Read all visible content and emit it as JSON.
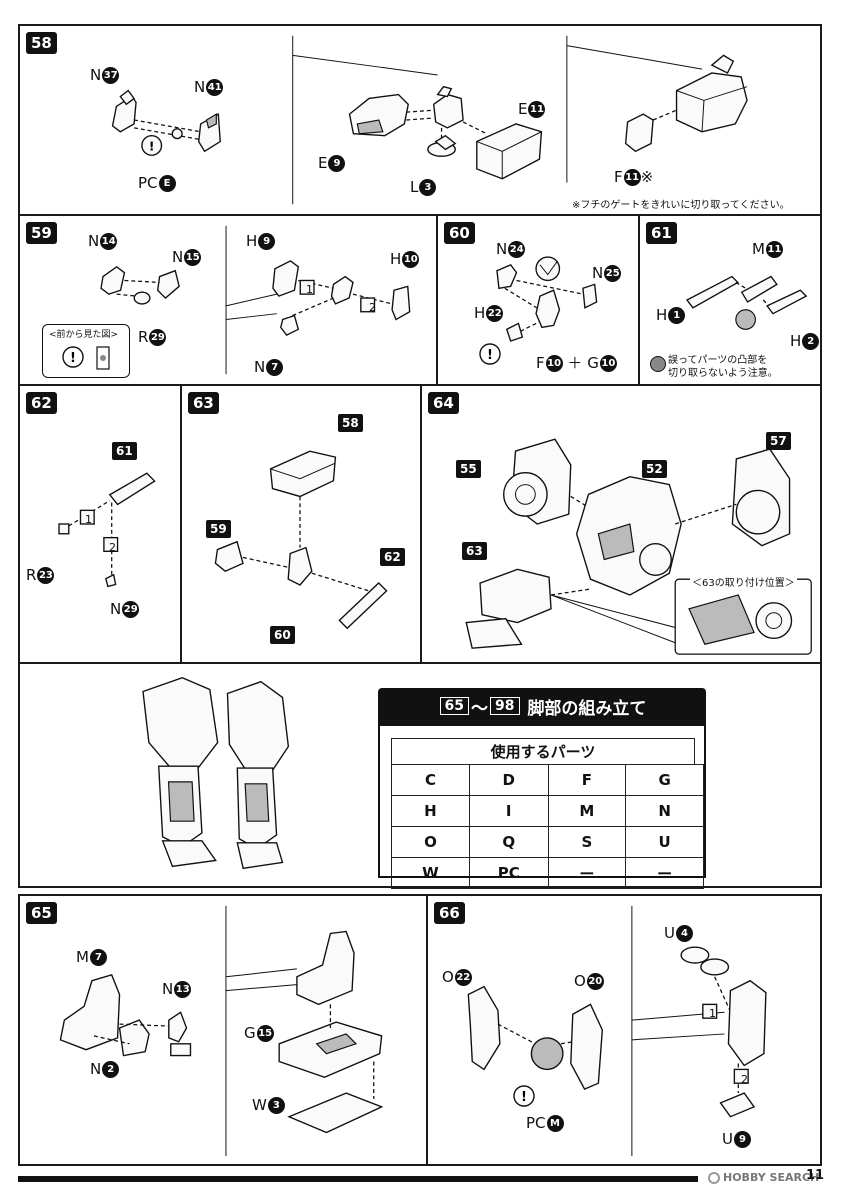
{
  "steps": {
    "s58": {
      "num": "58",
      "labels": {
        "n37": "N",
        "n37b": "37",
        "n41": "N",
        "n41b": "41",
        "pce": "PC",
        "pceb": "E",
        "e11": "E",
        "e11b": "11",
        "e9": "E",
        "e9b": "9",
        "l3": "L",
        "l3b": "3",
        "f11": "F",
        "f11b": "11",
        "f11m": "※"
      },
      "note": "※フチのゲートをきれいに切り取ってください。"
    },
    "s59": {
      "num": "59",
      "labels": {
        "n14": "N",
        "n14b": "14",
        "n15": "N",
        "n15b": "15",
        "r29": "R",
        "r29b": "29",
        "h9": "H",
        "h9b": "9",
        "h10": "H",
        "h10b": "10",
        "n7": "N",
        "n7b": "7"
      },
      "front_view": "<前から見た図>",
      "order1": "1",
      "order2": "2"
    },
    "s60": {
      "num": "60",
      "labels": {
        "n24": "N",
        "n24b": "24",
        "n25": "N",
        "n25b": "25",
        "h22": "H",
        "h22b": "22",
        "f10": "F",
        "f10b": "10",
        "plus": "＋",
        "g10": "G",
        "g10b": "10"
      }
    },
    "s61": {
      "num": "61",
      "labels": {
        "m11": "M",
        "m11b": "11",
        "h1": "H",
        "h1b": "1",
        "h2": "H",
        "h2b": "2"
      },
      "caution": "誤ってパーツの凸部を\n切り取らないよう注意。"
    },
    "s62": {
      "num": "62",
      "ref": "61",
      "labels": {
        "r23": "R",
        "r23b": "23",
        "n29": "N",
        "n29b": "29"
      },
      "order1": "1",
      "order2": "2"
    },
    "s63": {
      "num": "63",
      "refs": [
        "58",
        "59",
        "62",
        "60"
      ]
    },
    "s64": {
      "num": "64",
      "refs": [
        "55",
        "52",
        "57",
        "63"
      ],
      "attach": "63の取り付け位置",
      "attach_ref": "63"
    },
    "s65": {
      "num": "65",
      "labels": {
        "m7": "M",
        "m7b": "7",
        "n13": "N",
        "n13b": "13",
        "n2": "N",
        "n2b": "2",
        "g15": "G",
        "g15b": "15",
        "w3": "W",
        "w3b": "3"
      }
    },
    "s66": {
      "num": "66",
      "labels": {
        "o22": "O",
        "o22b": "22",
        "o20": "O",
        "o20b": "20",
        "pcm": "PC",
        "pcmb": "M",
        "u4": "U",
        "u4b": "4",
        "u9": "U",
        "u9b": "9"
      },
      "order1": "1",
      "order2": "2"
    }
  },
  "legs": {
    "from": "65",
    "tilde": "～",
    "to": "98",
    "title": "脚部の組み立て",
    "table_header": "使用するパーツ",
    "rows": [
      [
        "C",
        "D",
        "F",
        "G"
      ],
      [
        "H",
        "I",
        "M",
        "N"
      ],
      [
        "O",
        "Q",
        "S",
        "U"
      ],
      [
        "W",
        "PC",
        "ー",
        "ー"
      ]
    ]
  },
  "footer": {
    "brand": "HOBBY SEARCH",
    "page": "11"
  }
}
